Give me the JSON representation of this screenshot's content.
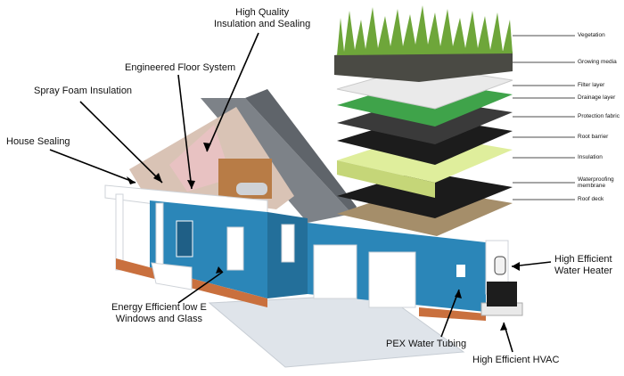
{
  "house_callouts": {
    "high_quality_insulation": [
      "High Quality",
      "Insulation and Sealing"
    ],
    "engineered_floor": "Engineered Floor System",
    "spray_foam": "Spray Foam Insulation",
    "house_sealing": "House Sealing",
    "windows": [
      "Energy Efficient low E",
      "Windows and Glass"
    ],
    "pex": "PEX Water Tubing",
    "hvac": "High Efficient HVAC",
    "water_heater": [
      "High Efficient",
      "Water Heater"
    ]
  },
  "roof_layers": [
    "Vegetation",
    "Growing media",
    "Filter layer",
    "Drainage layer",
    "Protection fabric",
    "Root barrier",
    "Insulation",
    "Waterproofing membrane",
    "Roof deck"
  ],
  "roof_layer_lines": {
    "waterproofing": [
      "Waterproofing",
      "membrane"
    ]
  },
  "colors": {
    "siding": "#2b86b8",
    "trim": "#ffffff",
    "roof_shingle": "#7d8288",
    "foundation": "#c9703e",
    "interior_wood": "#b87c46",
    "insulation_pink": "#e8c2c2",
    "grass": "#6ea63a",
    "drainage_green": "#3fa34a",
    "insulation_board": "#dfee9c"
  }
}
